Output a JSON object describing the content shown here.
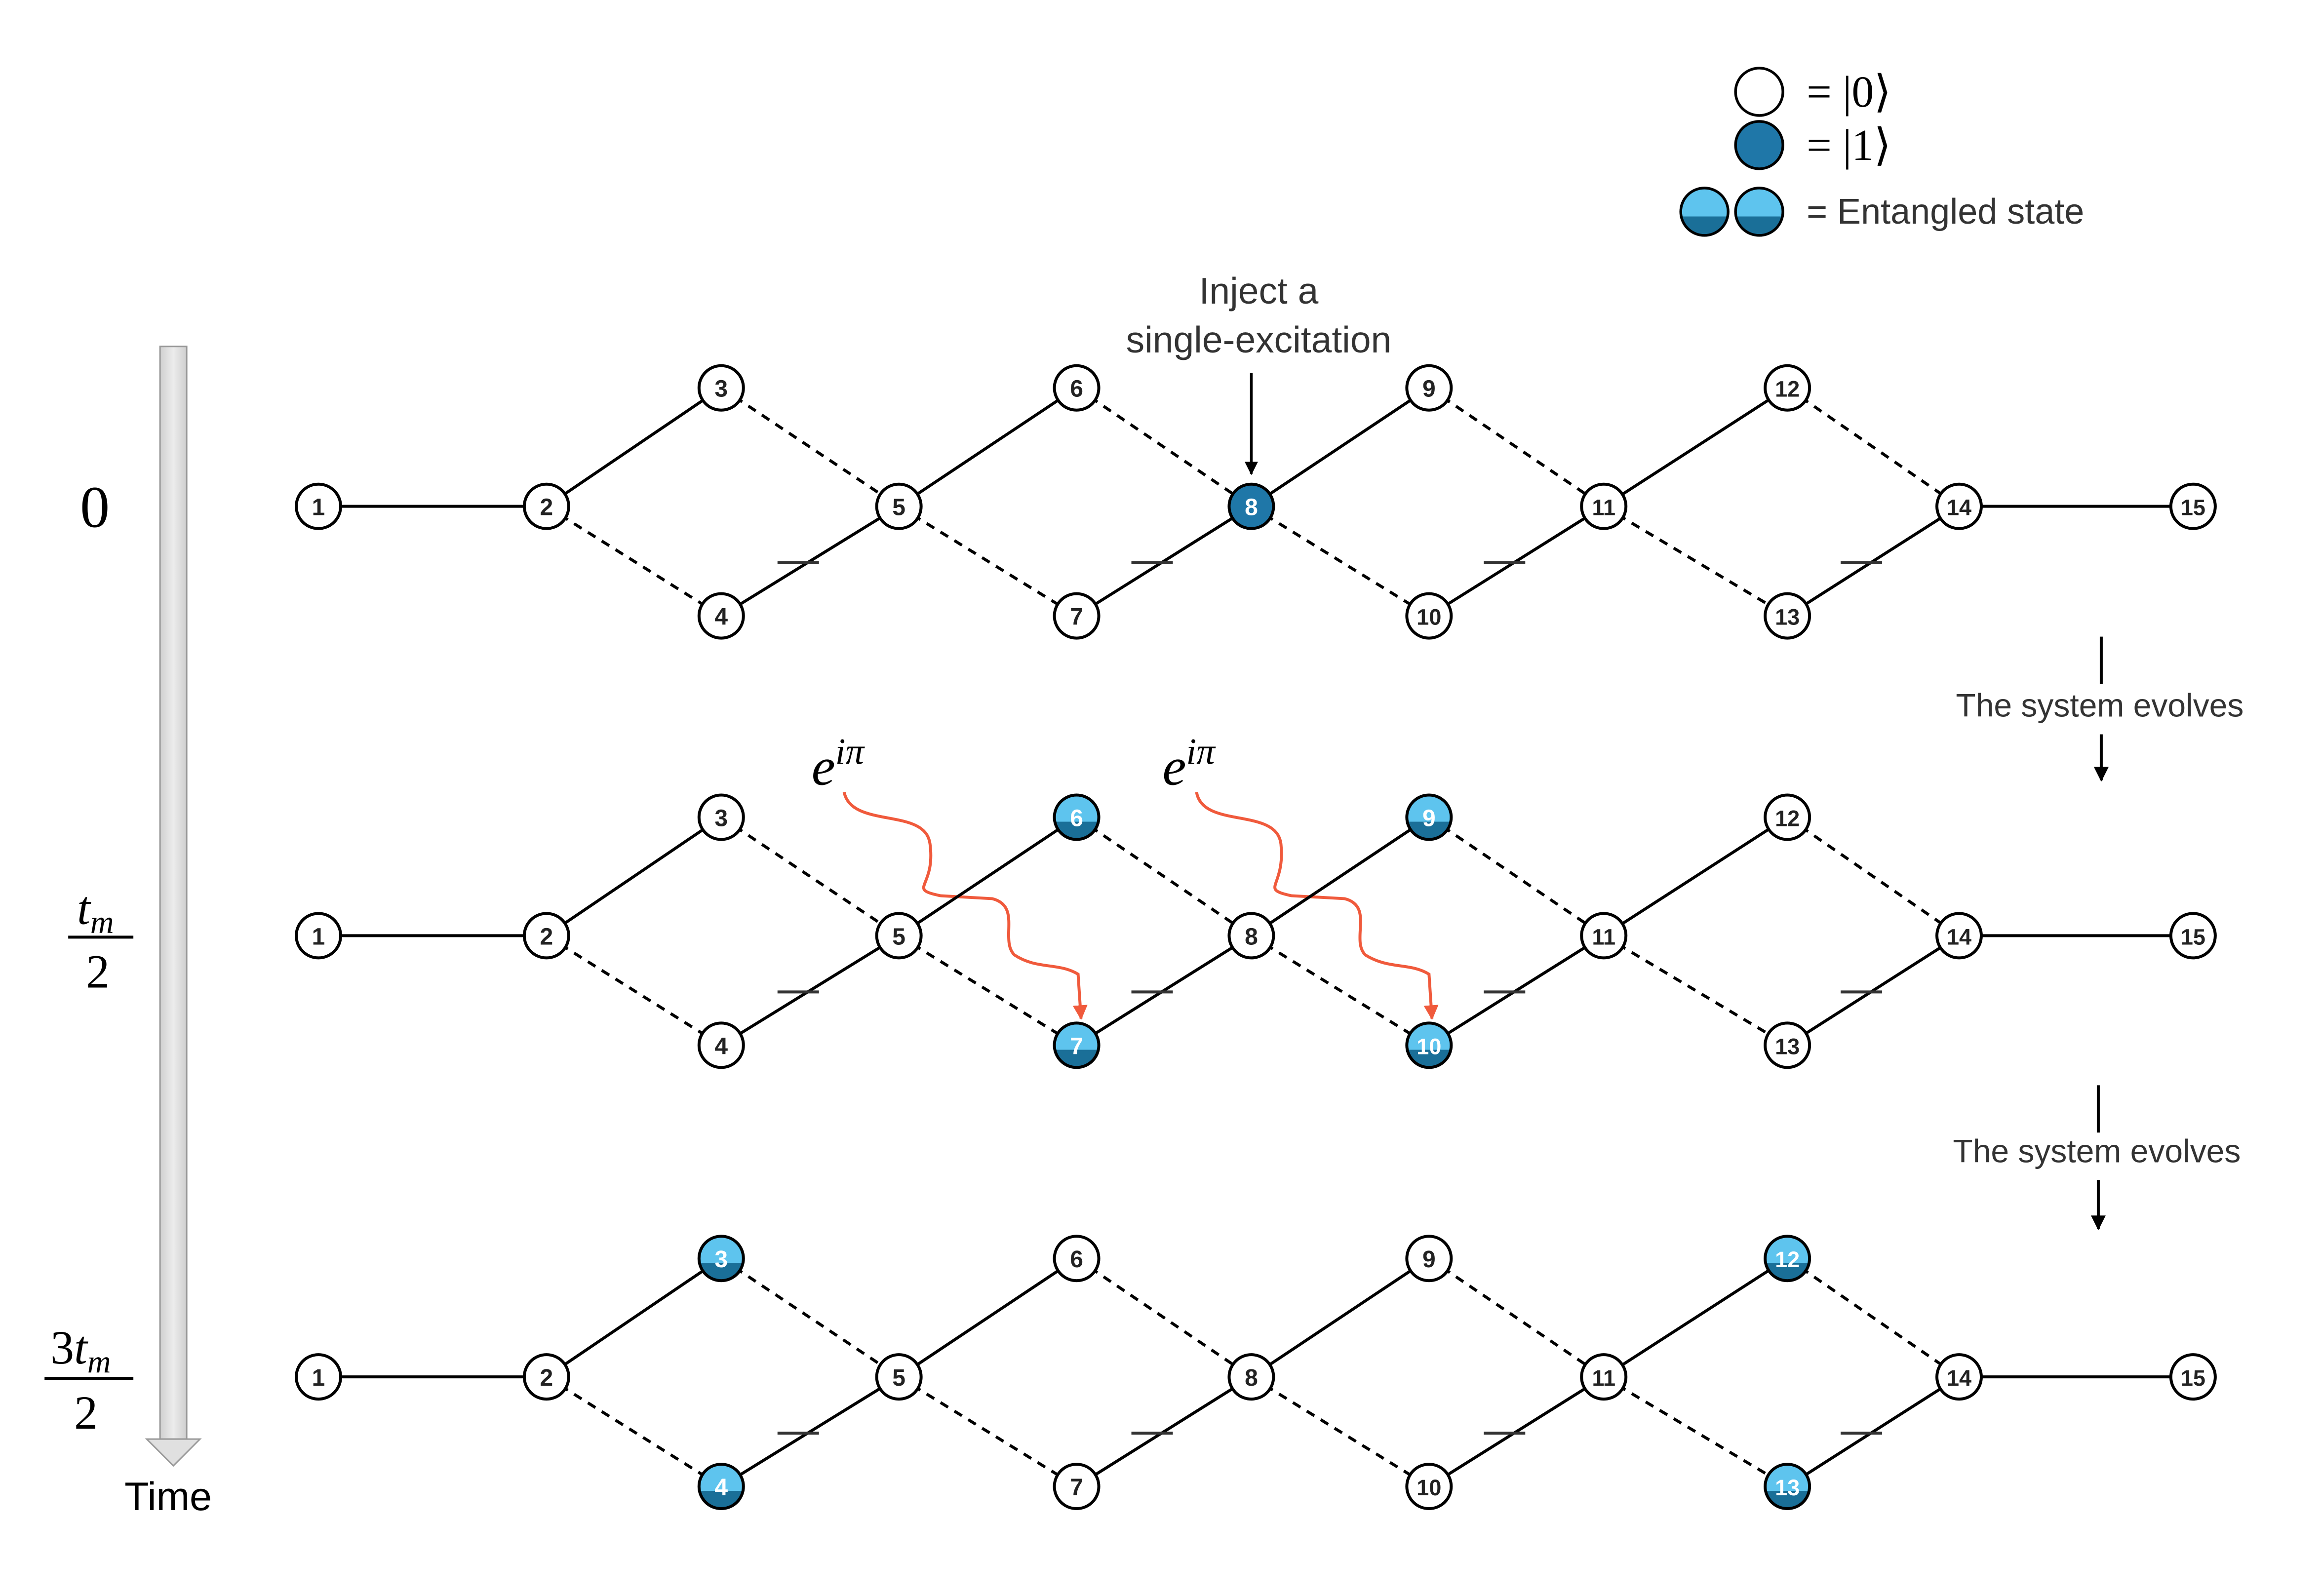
{
  "legend": {
    "zero_label": "= |0⟩",
    "one_label": "= |1⟩",
    "entangled_label": "= Entangled state"
  },
  "annotations": {
    "inject_line1": "Inject a",
    "inject_line2": "single-excitation",
    "evolves_1": "The system evolves",
    "evolves_2": "The system evolves",
    "phase_base": "e",
    "phase_exp": "iπ"
  },
  "time_axis": {
    "label": "Time",
    "t0": "0",
    "t1_num_base": "t",
    "t1_num_sub": "m",
    "t1_den": "2",
    "t2_num_coef": "3",
    "t2_num_base": "t",
    "t2_num_sub": "m",
    "t2_den": "2"
  },
  "nodes": [
    "1",
    "2",
    "3",
    "4",
    "5",
    "6",
    "7",
    "8",
    "9",
    "10",
    "11",
    "12",
    "13",
    "14",
    "15"
  ],
  "edges": [
    {
      "from": 1,
      "to": 2,
      "style": "solid"
    },
    {
      "from": 2,
      "to": 3,
      "style": "solid"
    },
    {
      "from": 2,
      "to": 4,
      "style": "dashed"
    },
    {
      "from": 3,
      "to": 5,
      "style": "dashed"
    },
    {
      "from": 4,
      "to": 5,
      "style": "solid"
    },
    {
      "from": 5,
      "to": 6,
      "style": "solid"
    },
    {
      "from": 5,
      "to": 7,
      "style": "dashed"
    },
    {
      "from": 6,
      "to": 8,
      "style": "dashed"
    },
    {
      "from": 7,
      "to": 8,
      "style": "solid"
    },
    {
      "from": 8,
      "to": 9,
      "style": "solid"
    },
    {
      "from": 8,
      "to": 10,
      "style": "dashed"
    },
    {
      "from": 9,
      "to": 11,
      "style": "dashed"
    },
    {
      "from": 10,
      "to": 11,
      "style": "solid"
    },
    {
      "from": 11,
      "to": 12,
      "style": "solid"
    },
    {
      "from": 11,
      "to": 13,
      "style": "dashed"
    },
    {
      "from": 12,
      "to": 14,
      "style": "dashed"
    },
    {
      "from": 13,
      "to": 14,
      "style": "solid"
    },
    {
      "from": 14,
      "to": 15,
      "style": "solid"
    }
  ],
  "minus_marks_on_edges": [
    "4-5",
    "7-8",
    "10-11",
    "13-14"
  ],
  "snapshots": [
    {
      "time": "0",
      "excited": [
        8
      ],
      "entangled": []
    },
    {
      "time": "t_m/2",
      "excited": [],
      "entangled": [
        6,
        7,
        9,
        10
      ]
    },
    {
      "time": "3t_m/2",
      "excited": [],
      "entangled": [
        3,
        4,
        12,
        13
      ]
    }
  ],
  "colors": {
    "excited": "#1f77a8",
    "entangled_top": "#5ec4ee",
    "entangled_bottom": "#1a6f98",
    "phase_arrow": "#f05a3c",
    "line": "#000000",
    "time_bar": "#e0e0e0"
  }
}
